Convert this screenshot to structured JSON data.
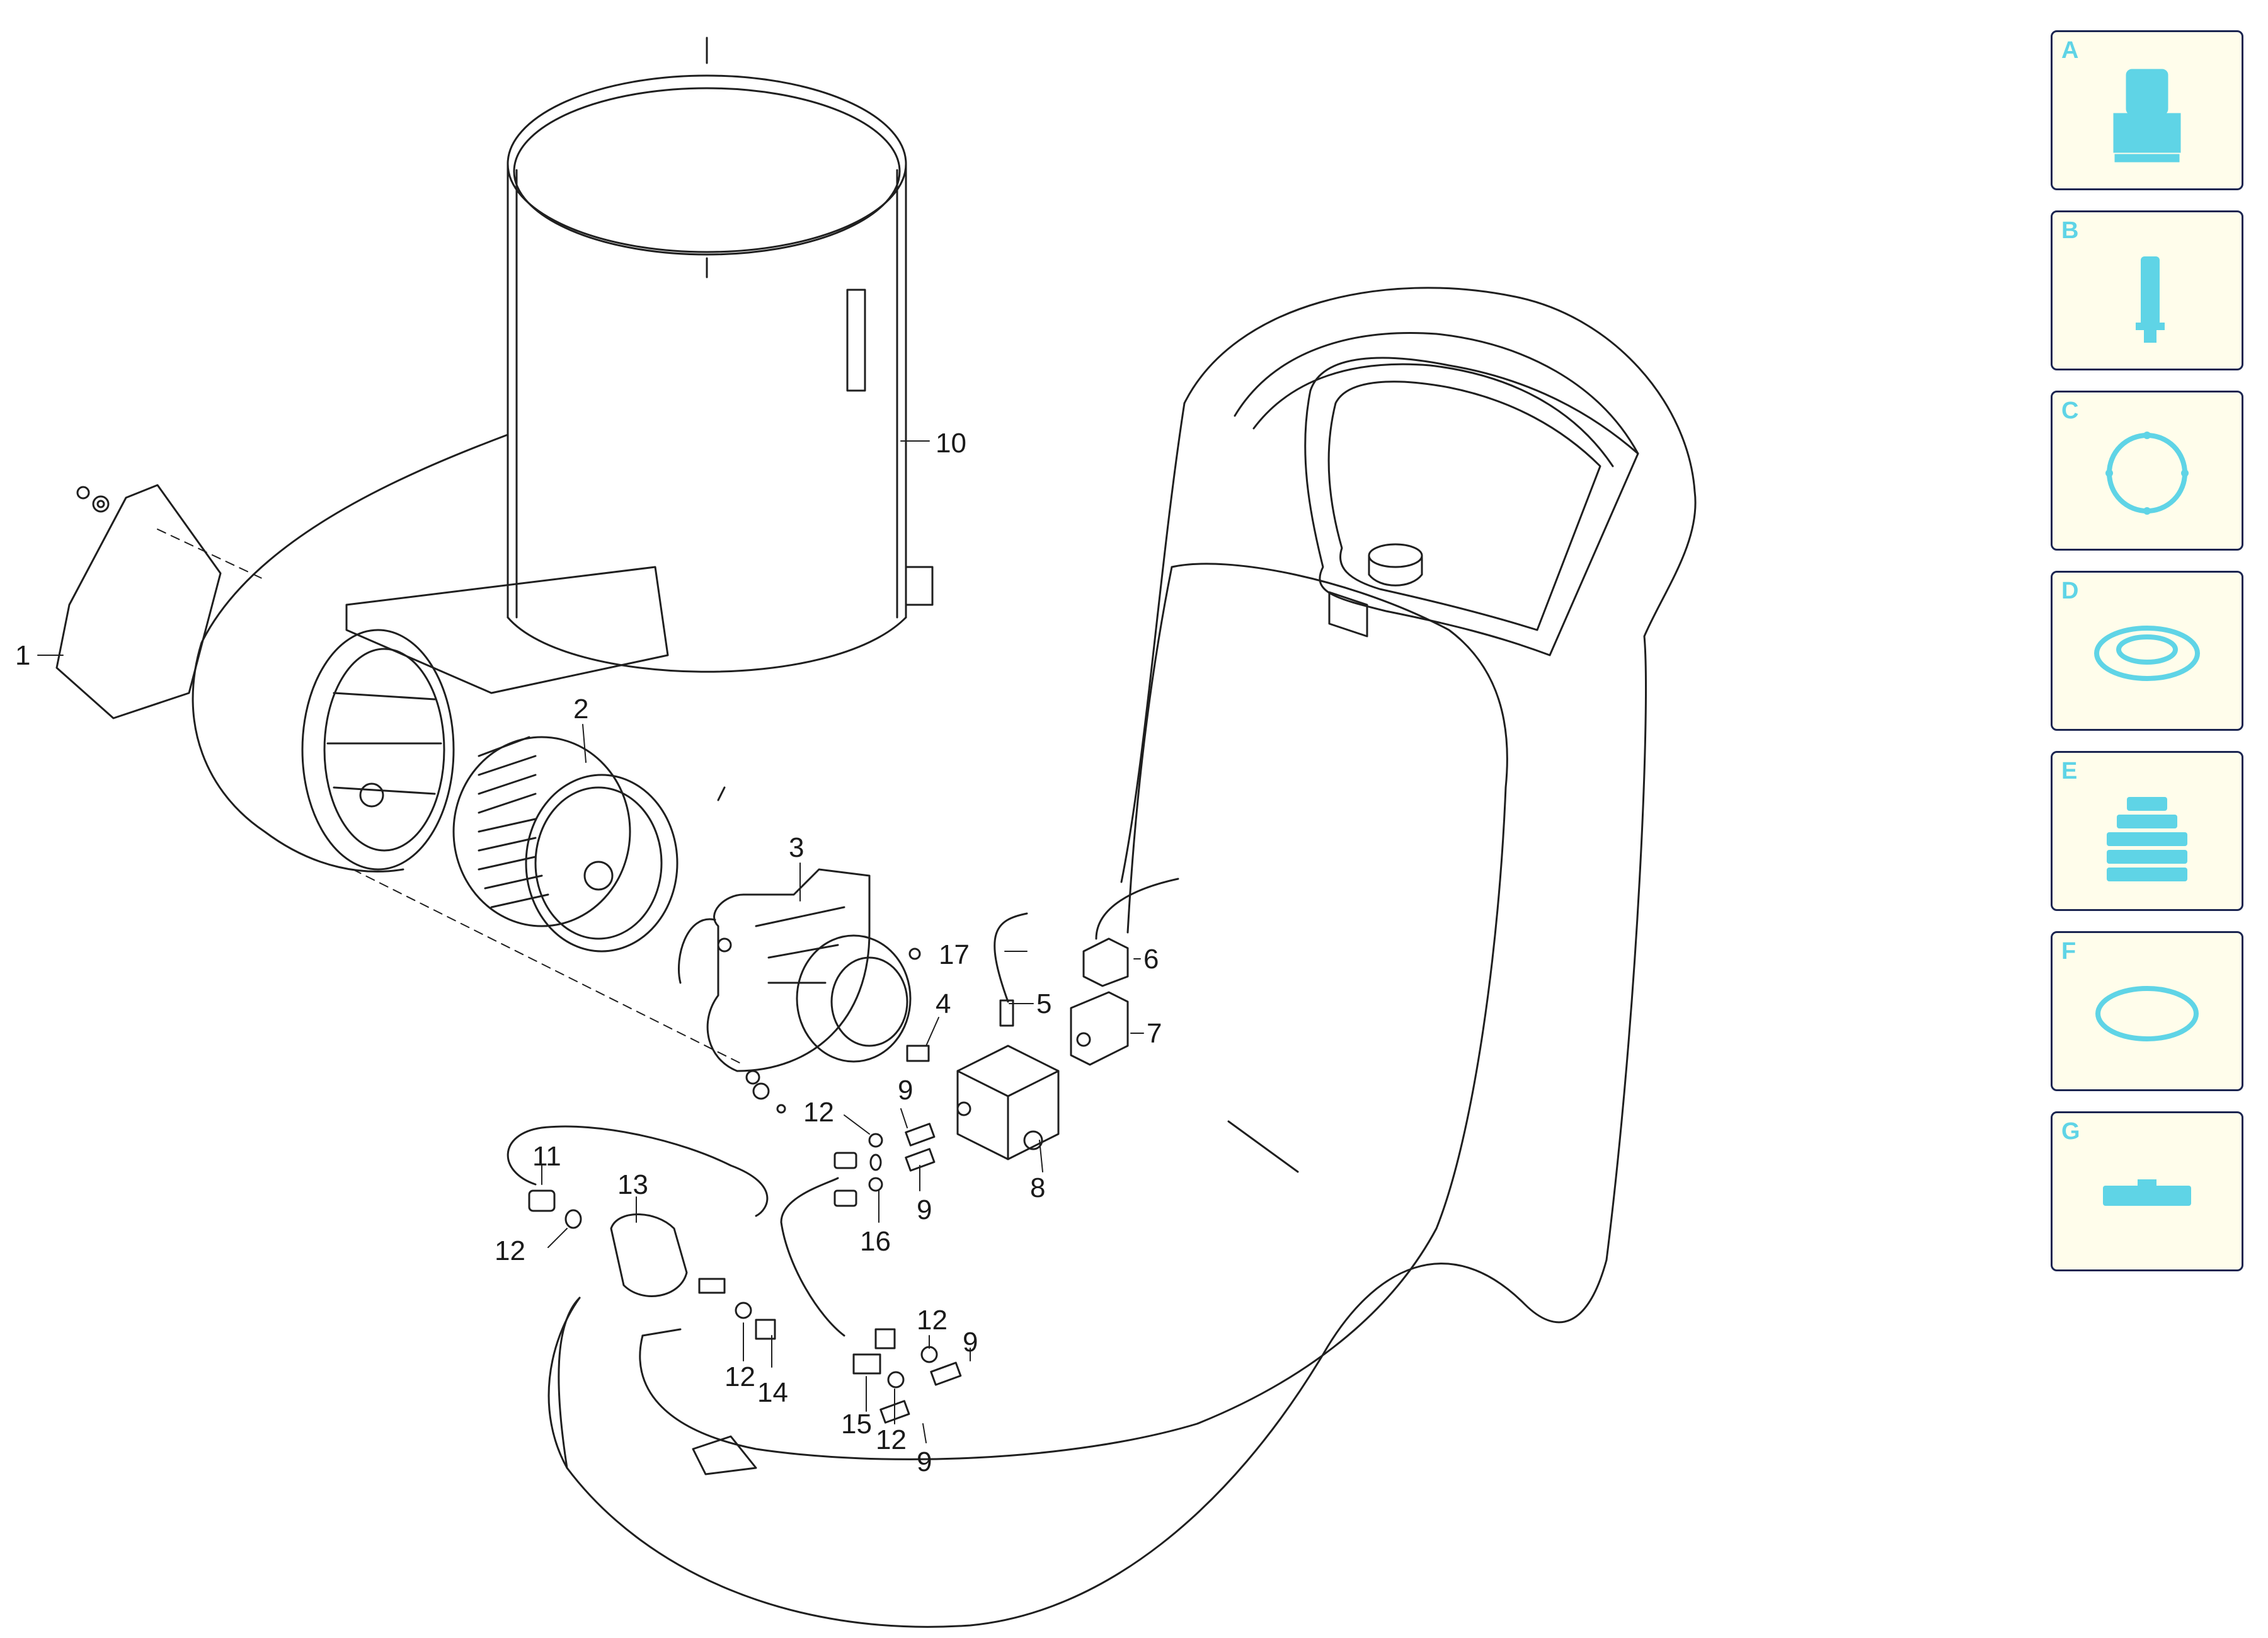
{
  "colors": {
    "line": "#1f1f1f",
    "legend_fill": "#fffdeb",
    "legend_border": "#1b2550",
    "legend_accent": "#5fd4e6"
  },
  "callouts": {
    "c1": "1",
    "c2": "2",
    "c3": "3",
    "c4": "4",
    "c5": "5",
    "c6": "6",
    "c7": "7",
    "c8": "8",
    "c9a": "9",
    "c9b": "9",
    "c9c": "9",
    "c9d": "9",
    "c10": "10",
    "c11": "11",
    "c12a": "12",
    "c12b": "12",
    "c12c": "12",
    "c12d": "12",
    "c12e": "12",
    "c13": "13",
    "c14": "14",
    "c15": "15",
    "c16": "16",
    "c17": "17"
  },
  "legend": [
    {
      "letter": "A",
      "icon": "nozzle-icon"
    },
    {
      "letter": "B",
      "icon": "fuse-icon"
    },
    {
      "letter": "C",
      "icon": "ring-icon"
    },
    {
      "letter": "D",
      "icon": "seal-icon"
    },
    {
      "letter": "E",
      "icon": "bellows-icon"
    },
    {
      "letter": "F",
      "icon": "o-ring-icon"
    },
    {
      "letter": "G",
      "icon": "plate-icon"
    }
  ]
}
